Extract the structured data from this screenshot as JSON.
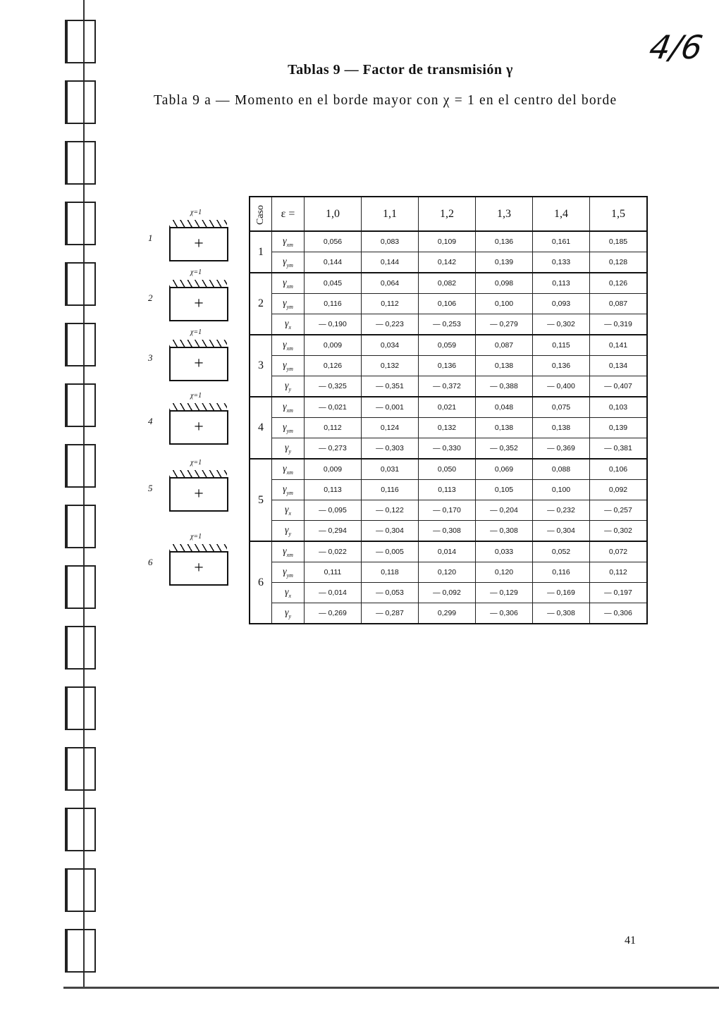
{
  "title": "Tablas 9 — Factor de transmisión γ",
  "subtitle": "Tabla 9 a — Momento en el borde mayor con χ = 1 en el centro del borde",
  "handwritten_note": "4/6",
  "page_number": "41",
  "diagram_label": "χ=1",
  "diagrams": [
    "1",
    "2",
    "3",
    "4",
    "5",
    "6"
  ],
  "table": {
    "caso_header": "Caso",
    "eps_header": "ε =",
    "columns": [
      "1,0",
      "1,1",
      "1,2",
      "1,3",
      "1,4",
      "1,5"
    ],
    "cases": [
      {
        "caso": "1",
        "rows": [
          {
            "sym": "γ",
            "sub": "xm",
            "values": [
              "0,056",
              "0,083",
              "0,109",
              "0,136",
              "0,161",
              "0,185"
            ]
          },
          {
            "sym": "γ",
            "sub": "ym",
            "values": [
              "0,144",
              "0,144",
              "0,142",
              "0,139",
              "0,133",
              "0,128"
            ]
          }
        ]
      },
      {
        "caso": "2",
        "rows": [
          {
            "sym": "γ",
            "sub": "xm",
            "values": [
              "0,045",
              "0,064",
              "0,082",
              "0,098",
              "0,113",
              "0,126"
            ]
          },
          {
            "sym": "γ",
            "sub": "ym",
            "values": [
              "0,116",
              "0,112",
              "0,106",
              "0,100",
              "0,093",
              "0,087"
            ]
          },
          {
            "sym": "γ",
            "sub": "x",
            "values": [
              "— 0,190",
              "— 0,223",
              "— 0,253",
              "— 0,279",
              "— 0,302",
              "— 0,319"
            ]
          }
        ]
      },
      {
        "caso": "3",
        "rows": [
          {
            "sym": "γ",
            "sub": "xm",
            "values": [
              "0,009",
              "0,034",
              "0,059",
              "0,087",
              "0,115",
              "0,141"
            ]
          },
          {
            "sym": "γ",
            "sub": "ym",
            "values": [
              "0,126",
              "0,132",
              "0,136",
              "0,138",
              "0,136",
              "0,134"
            ]
          },
          {
            "sym": "γ",
            "sub": "y",
            "values": [
              "— 0,325",
              "— 0,351",
              "— 0,372",
              "— 0,388",
              "— 0,400",
              "— 0,407"
            ]
          }
        ]
      },
      {
        "caso": "4",
        "rows": [
          {
            "sym": "γ",
            "sub": "xm",
            "values": [
              "— 0,021",
              "— 0,001",
              "0,021",
              "0,048",
              "0,075",
              "0,103"
            ]
          },
          {
            "sym": "γ",
            "sub": "ym",
            "values": [
              "0,112",
              "0,124",
              "0,132",
              "0,138",
              "0,138",
              "0,139"
            ]
          },
          {
            "sym": "γ",
            "sub": "y",
            "values": [
              "— 0,273",
              "— 0,303",
              "— 0,330",
              "— 0,352",
              "— 0,369",
              "— 0,381"
            ]
          }
        ]
      },
      {
        "caso": "5",
        "rows": [
          {
            "sym": "γ",
            "sub": "xm",
            "values": [
              "0,009",
              "0,031",
              "0,050",
              "0,069",
              "0,088",
              "0,106"
            ]
          },
          {
            "sym": "γ",
            "sub": "ym",
            "values": [
              "0,113",
              "0,116",
              "0,113",
              "0,105",
              "0,100",
              "0,092"
            ]
          },
          {
            "sym": "γ",
            "sub": "x",
            "values": [
              "— 0,095",
              "— 0,122",
              "— 0,170",
              "— 0,204",
              "— 0,232",
              "— 0,257"
            ]
          },
          {
            "sym": "γ",
            "sub": "y",
            "values": [
              "— 0,294",
              "— 0,304",
              "— 0,308",
              "— 0,308",
              "— 0,304",
              "— 0,302"
            ]
          }
        ]
      },
      {
        "caso": "6",
        "rows": [
          {
            "sym": "γ",
            "sub": "xm",
            "values": [
              "— 0,022",
              "— 0,005",
              "0,014",
              "0,033",
              "0,052",
              "0,072"
            ]
          },
          {
            "sym": "γ",
            "sub": "ym",
            "values": [
              "0,111",
              "0,118",
              "0,120",
              "0,120",
              "0,116",
              "0,112"
            ]
          },
          {
            "sym": "γ",
            "sub": "x",
            "values": [
              "— 0,014",
              "— 0,053",
              "— 0,092",
              "— 0,129",
              "— 0,169",
              "— 0,197"
            ]
          },
          {
            "sym": "γ",
            "sub": "y",
            "values": [
              "— 0,269",
              "— 0,287",
              "0,299",
              "— 0,306",
              "— 0,308",
              "— 0,306"
            ]
          }
        ]
      }
    ]
  }
}
